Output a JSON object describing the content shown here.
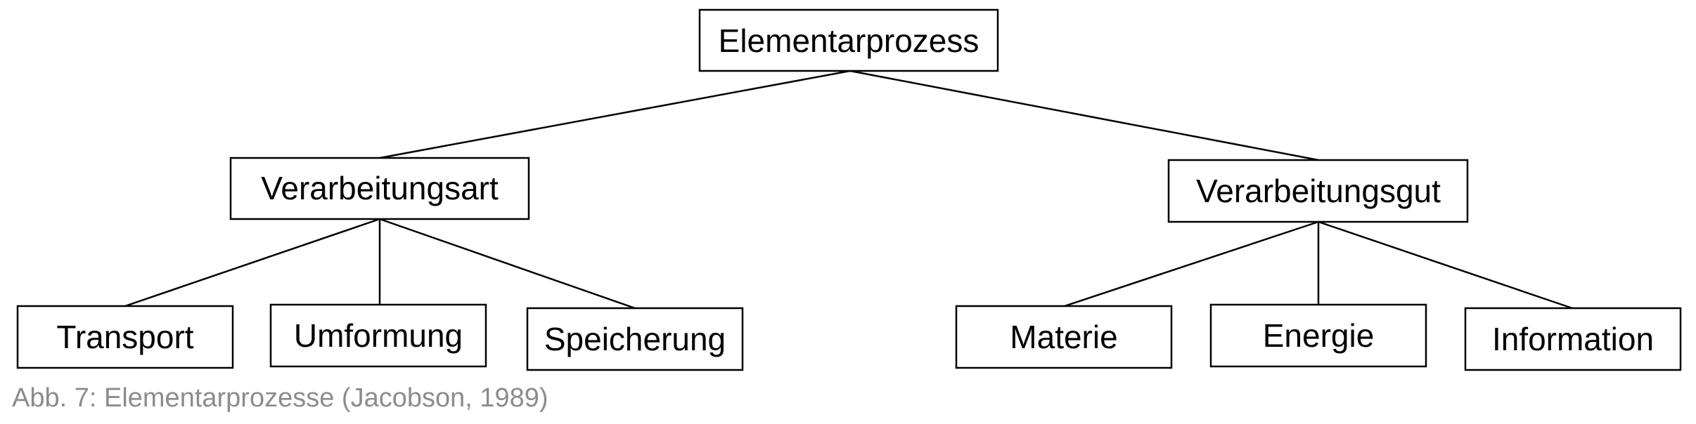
{
  "diagram": {
    "root": {
      "label": "Elementarprozess"
    },
    "branches": [
      {
        "label": "Verarbeitungsart",
        "children": [
          "Transport",
          "Umformung",
          "Speicherung"
        ]
      },
      {
        "label": "Verarbeitungsgut",
        "children": [
          "Materie",
          "Energie",
          "Information"
        ]
      }
    ]
  },
  "caption": "Abb. 7: Elementarprozesse (Jacobson, 1989)"
}
